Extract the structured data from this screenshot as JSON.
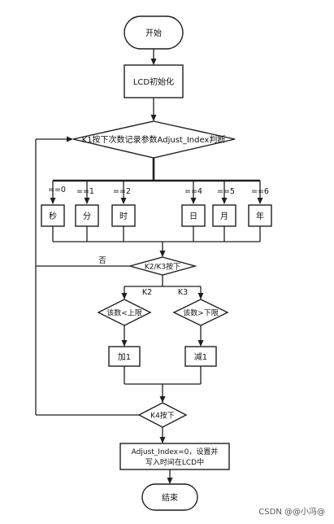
{
  "nodes": {
    "start": "开始",
    "lcd_init": "LCD初始化",
    "k1_decision": "K1按下次数记录参数Adjust_Index判断",
    "sec": "秒",
    "min": "分",
    "hour": "时",
    "day": "日",
    "month": "月",
    "year": "年",
    "k2k3_decision": "K2/K3按下",
    "upper_limit_decision": "该数<上限",
    "lower_limit_decision": "该数>下限",
    "add_one": "加1",
    "sub_one": "减1",
    "k4_decision": "K4按下",
    "save_line1": "Adjust_Index=0，设置并",
    "save_line2": "写入时间在LCD中",
    "end": "结束"
  },
  "labels": {
    "eq0": "==0",
    "eq1": "==1",
    "eq2": "==2",
    "eq4": "==4",
    "eq5": "==5",
    "eq6": "==6",
    "no": "否",
    "k2": "K2",
    "k3": "K3"
  },
  "watermark": "CSDN @@小冯@"
}
